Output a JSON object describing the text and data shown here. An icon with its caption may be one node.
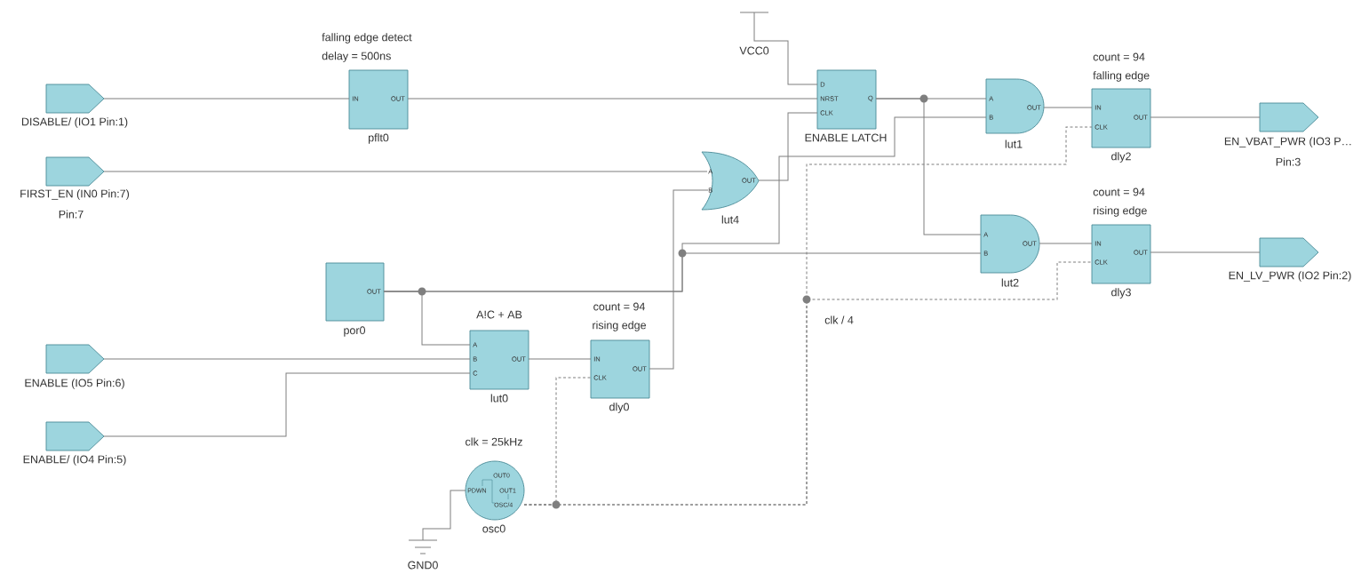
{
  "diagram": {
    "nodes": [
      {
        "text": [
          "DISABLE/ (IO1 Pin:1)"
        ]
      },
      {
        "text": [
          "IN",
          "OUT",
          "pflt0"
        ],
        "beside": [
          "falling edge detect",
          "delay = 500ns"
        ]
      },
      {
        "text": [
          "VCC0"
        ]
      },
      {
        "text": [
          "D",
          "NRST",
          "CLK",
          "Q",
          "ENABLE LATCH"
        ]
      },
      {
        "text": [
          "A",
          "B",
          "OUT",
          "lut1"
        ]
      },
      {
        "text": [
          "IN",
          "CLK",
          "OUT",
          "dly2"
        ],
        "beside": [
          "count = 94",
          "falling edge"
        ]
      },
      {
        "text": [
          "EN_VBAT_PWR (IO3 P…",
          "Pin:3"
        ]
      },
      {
        "text": [
          "FIRST_EN (IN0 Pin:7)",
          "Pin:7"
        ]
      },
      {
        "text": [
          "A",
          "B",
          "OUT",
          "lut4"
        ]
      },
      {
        "text": [
          "A",
          "B",
          "OUT",
          "lut2"
        ]
      },
      {
        "text": [
          "IN",
          "CLK",
          "OUT",
          "dly3"
        ],
        "beside": [
          "count = 94",
          "rising edge"
        ]
      },
      {
        "text": [
          "EN_LV_PWR (IO2 Pin:2)"
        ]
      },
      {
        "text": [
          "OUT",
          "por0"
        ]
      },
      {
        "text": [
          "A",
          "B",
          "C",
          "OUT",
          "lut0"
        ],
        "beside": [
          "A!C + AB"
        ]
      },
      {
        "text": [
          "IN",
          "CLK",
          "OUT",
          "dly0"
        ],
        "beside": [
          "count = 94",
          "rising edge"
        ]
      },
      {
        "text": [
          "ENABLE (IO5 Pin:6)"
        ]
      },
      {
        "text": [
          "ENABLE/ (IO4 Pin:5)"
        ]
      },
      {
        "text": [
          "OUT0",
          "PDWN",
          "OUT1",
          "OSC/4",
          "osc0"
        ],
        "beside": [
          "clk = 25kHz"
        ]
      },
      {
        "text": [
          "GND0"
        ]
      }
    ],
    "edges": [
      {
        "from": 0,
        "to": 1,
        "arrow": "none"
      },
      {
        "from": 1,
        "to": 3,
        "arrow": "none"
      },
      {
        "from": 2,
        "to": 3,
        "arrow": "none"
      },
      {
        "from": 3,
        "to": 4,
        "arrow": "none"
      },
      {
        "from": 3,
        "to": 9,
        "arrow": "none"
      },
      {
        "from": 4,
        "to": 5,
        "arrow": "none"
      },
      {
        "from": 5,
        "to": 6,
        "arrow": "none"
      },
      {
        "from": 7,
        "to": 8,
        "arrow": "none"
      },
      {
        "from": 8,
        "to": 3,
        "arrow": "none"
      },
      {
        "from": 9,
        "to": 10,
        "arrow": "none"
      },
      {
        "from": 10,
        "to": 11,
        "arrow": "none"
      },
      {
        "from": 12,
        "to": 13,
        "arrow": "none"
      },
      {
        "from": 12,
        "to": 9,
        "arrow": "none"
      },
      {
        "from": 12,
        "to": 4,
        "arrow": "none"
      },
      {
        "from": 15,
        "to": 13,
        "arrow": "none"
      },
      {
        "from": 16,
        "to": 13,
        "arrow": "none"
      },
      {
        "from": 13,
        "to": 14,
        "arrow": "none"
      },
      {
        "from": 14,
        "to": 8,
        "arrow": "none"
      },
      {
        "from": 18,
        "to": 17,
        "arrow": "none"
      },
      {
        "from": 17,
        "to": 14,
        "arrow": "none",
        "style": "dashed"
      },
      {
        "from": 17,
        "to": 10,
        "arrow": "none",
        "style": "dashed"
      },
      {
        "from": 17,
        "to": 5,
        "arrow": "none",
        "style": "dashed"
      }
    ],
    "labels": [
      "clk / 4"
    ]
  }
}
